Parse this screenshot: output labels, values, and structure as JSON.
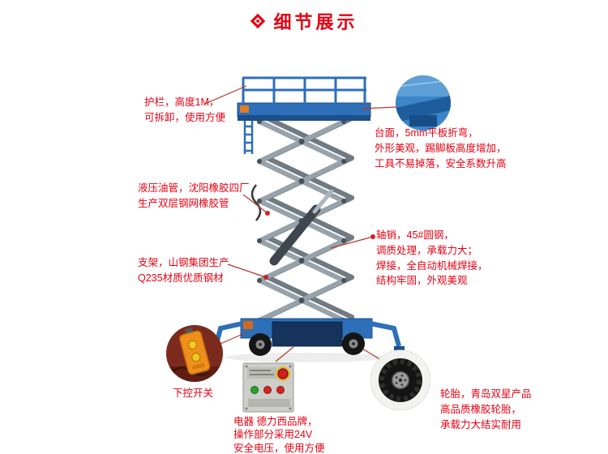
{
  "header": {
    "title": "细节展示",
    "icon": "diamond"
  },
  "colors": {
    "accent_red": "#e60012",
    "machine_blue": "#2d6fb8",
    "scissor_gray": "#98a2aa",
    "leader_line": "#b03a2e"
  },
  "annotations": {
    "guardrail": "护栏，高度1M，\n可拆卸，使用方便",
    "platform": "台面，5mm平板折弯，\n外形美观，踢脚板高度增加，\n工具不易掉落，安全系数升高",
    "hydraulic_hose": "液压油管，沈阳橡胶四厂\n生产双层钢网橡胶管",
    "frame": "支架，山钢集团生产\nQ235材质优质钢材",
    "axle_pin": "轴销，45#圆钢，\n调质处理，承载力大；\n焊接，全自动机械焊接，\n结构牢固，外观美观",
    "lower_control_switch": "下控开关",
    "electrics": "电器 德力西品牌，\n操作部分采用24V\n安全电压，使用方便",
    "tires": "轮胎，青岛双星产品\n高品质橡胶轮胎，\n承载力大结实耐用"
  },
  "callout_photos": {
    "platform_detail": "platform-corner-closeup-photo",
    "remote_control": "orange-pendant-remote-photo",
    "control_panel": "electric-control-box-photo",
    "tire": "rubber-tire-photo"
  }
}
